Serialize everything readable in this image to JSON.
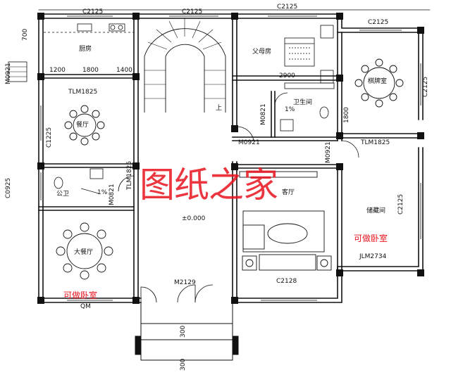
{
  "watermark": "图纸之家",
  "rooms": {
    "kitchen": "厨房",
    "parents_room": "父母房",
    "chess_room": "棋牌室",
    "dining_room": "餐厅",
    "bathroom": "卫生间",
    "public_wc": "公卫",
    "large_dining": "大餐厅",
    "living_room": "客厅",
    "storage": "储藏间"
  },
  "notes": {
    "bedroom_left": "可做卧室",
    "bedroom_right": "可做卧室",
    "elevation": "±0.000",
    "stair_up": "上",
    "slope_1": "1%",
    "slope_2": "1%"
  },
  "codes": {
    "c2125_1": "C2125",
    "c2125_2": "C2125",
    "c2125_3": "C2125",
    "c2125_4": "C2125",
    "c2125_right": "C2125",
    "c2125_storage": "C2125",
    "c1225": "C1225",
    "c0925": "C0925",
    "tlm1825_1": "TLM1825",
    "tlm1825_2": "TLM1825",
    "tlm1825_3": "TLM1825",
    "m0921_1": "M0921",
    "m0921_2": "M0921",
    "m0921_3": "M0921",
    "m0821_1": "M0821",
    "m0821_2": "M0821",
    "m2129": "M2129",
    "c2128": "C2128",
    "jlm2734": "JLM2734",
    "qm": "QM"
  },
  "dims": {
    "d700": "700",
    "d1200": "1200",
    "d1800": "1800",
    "d1400": "1400",
    "d2900": "2900",
    "d1800v": "1800",
    "d300a": "300",
    "d300b": "300"
  },
  "icons": [
    "round-table-icon",
    "sofa-icon",
    "oval-table-icon",
    "bed-icon",
    "toilet-icon",
    "basin-icon",
    "stove-icon",
    "door-swing-icon",
    "spiral-stair-icon"
  ]
}
